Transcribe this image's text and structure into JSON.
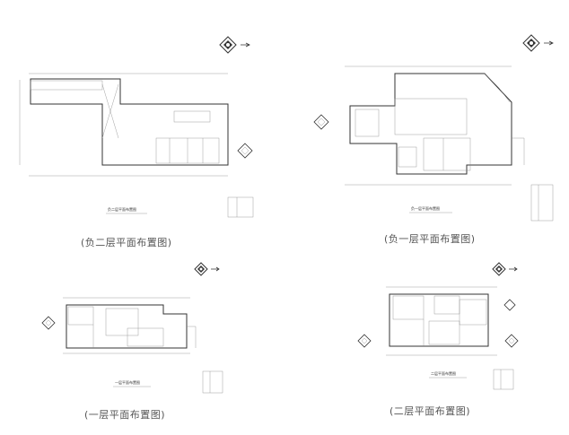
{
  "plans": [
    {
      "id": "b2",
      "caption": "(负二层平面布置图)",
      "drawing_title": "负二层平面布置图"
    },
    {
      "id": "b1",
      "caption": "(负一层平面布置图)",
      "drawing_title": "负一层平面布置图"
    },
    {
      "id": "f1",
      "caption": "(一层平面布置图)",
      "drawing_title": "一层平面布置图"
    },
    {
      "id": "f2",
      "caption": "(二层平面布置图)",
      "drawing_title": "二层平面布置图"
    }
  ],
  "icons": {
    "compass": "north-compass-icon",
    "elevation": "elevation-marker-icon"
  },
  "colors": {
    "line": "#333333",
    "caption": "#555555"
  }
}
